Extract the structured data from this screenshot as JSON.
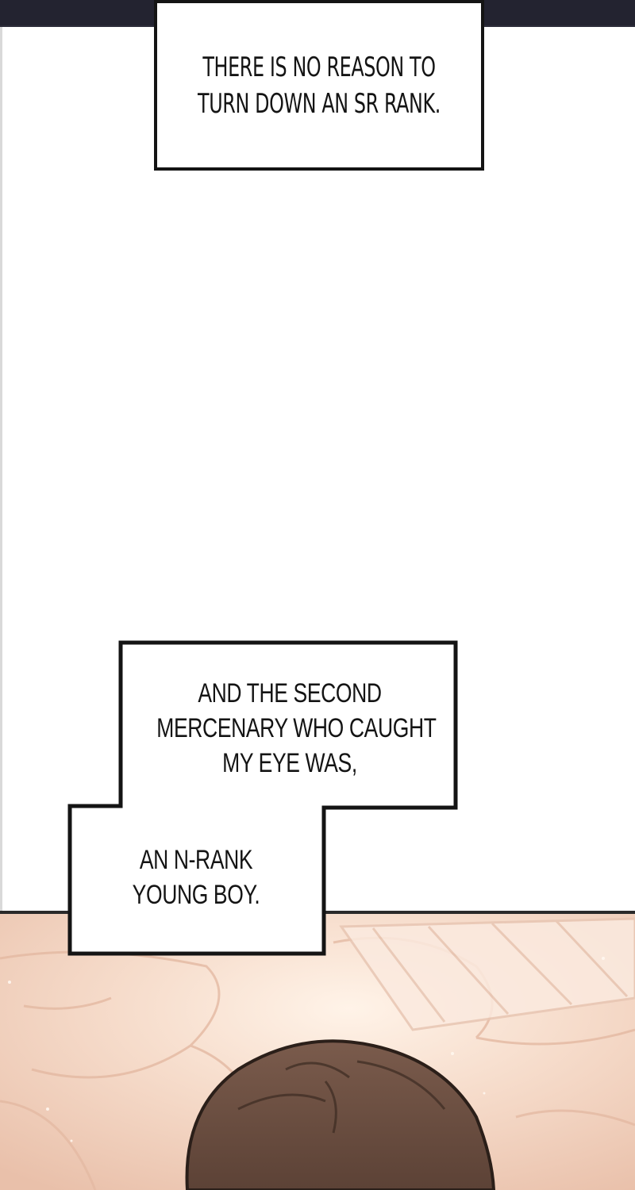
{
  "caption_top": {
    "lines": [
      "THERE IS NO REASON TO",
      "TURN DOWN AN SR RANK."
    ]
  },
  "caption_bottom": {
    "upper_lines": [
      "AND THE SECOND",
      "MERCENARY WHO CAUGHT",
      "MY EYE WAS,"
    ],
    "lower_lines": [
      "AN N-RANK",
      "YOUNG BOY."
    ]
  },
  "colors": {
    "ink": "#141414",
    "panel_top": "#232330",
    "scene_glow": "#f6dccb",
    "hair": "#6e5244"
  }
}
